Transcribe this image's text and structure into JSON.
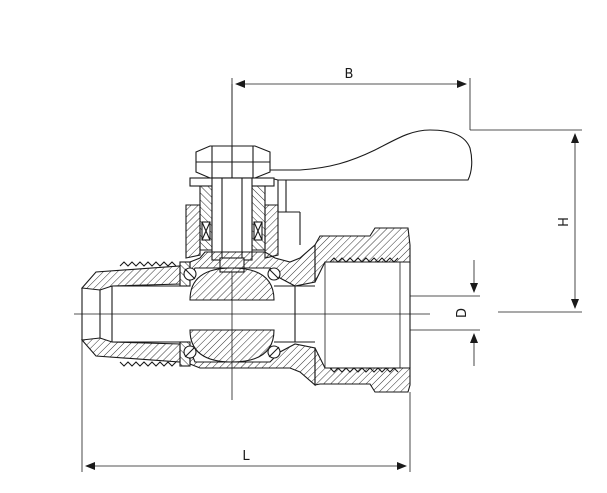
{
  "dimensions": {
    "B": "B",
    "H": "H",
    "D": "D",
    "L": "L"
  }
}
